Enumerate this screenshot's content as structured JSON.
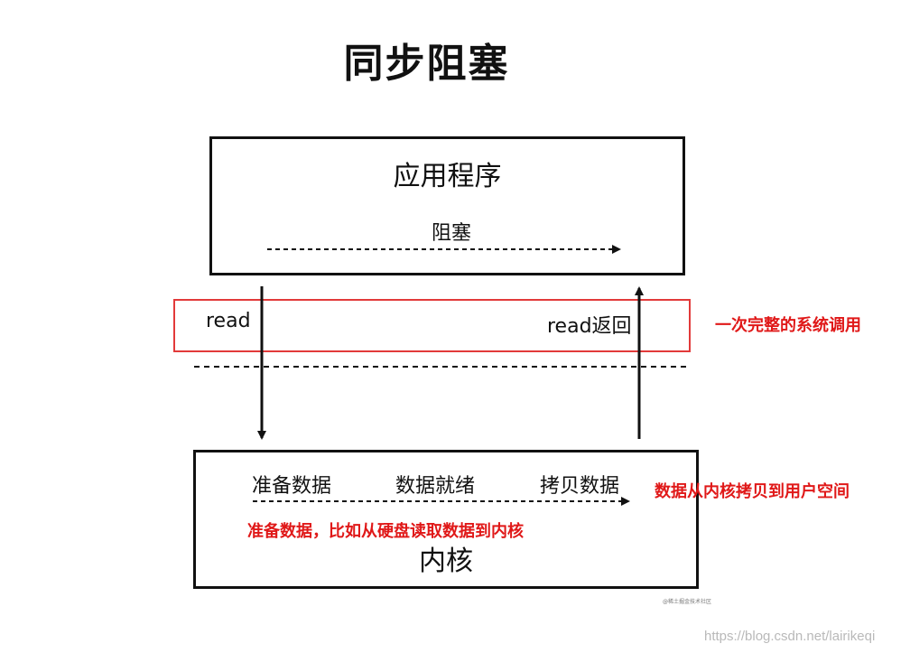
{
  "title": "同步阻塞",
  "application": {
    "label": "应用程序",
    "blocking_label": "阻塞"
  },
  "syscall": {
    "read_label": "read",
    "read_return_label": "read返回",
    "note": "一次完整的系统调用"
  },
  "kernel": {
    "label": "内核",
    "steps": [
      "准备数据",
      "数据就绪",
      "拷贝数据"
    ],
    "copy_note": "数据从内核拷贝到用户空间",
    "prepare_note": "准备数据，比如从硬盘读取数据到内核"
  },
  "colors": {
    "annotation_red": "#e01818",
    "line": "#111111"
  },
  "watermark": "https://blog.csdn.net/lairikeqi",
  "small_mark": "@稀土掘金技术社区"
}
